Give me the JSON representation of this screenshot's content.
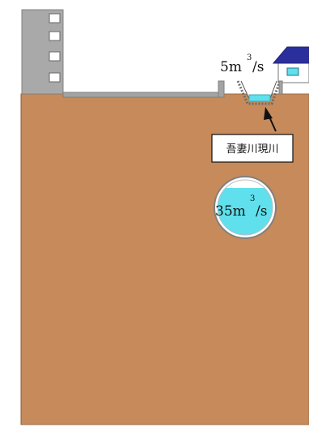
{
  "diagram": {
    "surface_flow": {
      "value": "5",
      "unit": "m",
      "exp": "3",
      "per": "/s"
    },
    "tunnel_flow": {
      "value": "35",
      "unit": "m",
      "exp": "3",
      "per": "/s"
    },
    "river_label": "吾妻川現川"
  },
  "colors": {
    "ground": "#c78a5a",
    "building": "#a6a6a6",
    "water": "#5fe0ec",
    "roof": "#2b2f9e",
    "sky": "#ffffff"
  }
}
